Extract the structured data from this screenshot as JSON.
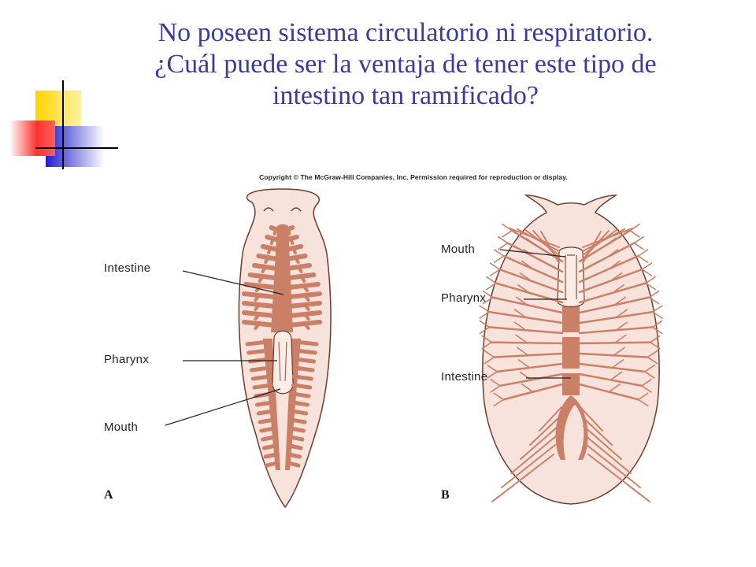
{
  "title": {
    "line1": "No poseen sistema circulatorio ni respiratorio.",
    "line2": "¿Cuál puede ser la ventaja de tener este tipo de",
    "line3": "intestino tan ramificado?"
  },
  "figure": {
    "copyright": "Copyright © The McGraw-Hill Companies, Inc. Permission required for reproduction or display.",
    "panel_a": {
      "letter": "A",
      "labels": {
        "intestine": "Intestine",
        "pharynx": "Pharynx",
        "mouth": "Mouth"
      }
    },
    "panel_b": {
      "letter": "B",
      "labels": {
        "mouth": "Mouth",
        "pharynx": "Pharynx",
        "intestine": "Intestine"
      }
    }
  },
  "colors": {
    "title": "#3a3aa0",
    "body_fill": "#f8e3dc",
    "gut_fill": "#c98067",
    "outline": "#6b3b2e",
    "deco_yellow": "#ffd400",
    "deco_blue": "#2222cc",
    "deco_red": "#ff3030"
  }
}
